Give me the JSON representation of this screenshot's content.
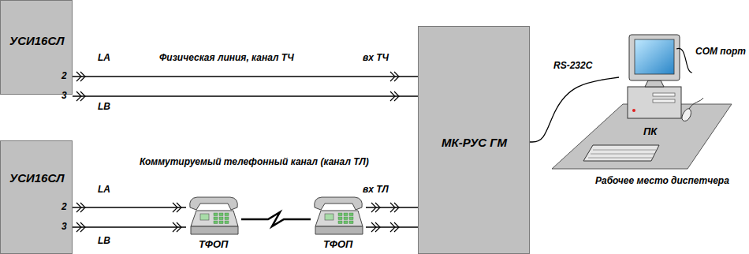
{
  "diagram": {
    "nodes": [
      {
        "text": [
          "УСИ16СЛ"
        ]
      },
      {
        "text": [
          "УСИ16СЛ"
        ]
      },
      {
        "text": [
          "ТФОП"
        ]
      },
      {
        "text": [
          "ТФОП"
        ]
      },
      {
        "text": [
          "МК-РУС ГМ"
        ]
      },
      {
        "text": [
          "ПК"
        ]
      }
    ],
    "edges": [
      {
        "from": 0,
        "to": 4,
        "label": "Физическая линия, канал ТЧ",
        "arrow": "none"
      },
      {
        "from": 0,
        "to": 4,
        "arrow": "none"
      },
      {
        "from": 1,
        "to": 2,
        "arrow": "none"
      },
      {
        "from": 1,
        "to": 2,
        "arrow": "none"
      },
      {
        "from": 2,
        "to": 3,
        "label": "Коммутируемый телефонный канал (канал ТЛ)",
        "arrow": "none"
      },
      {
        "from": 3,
        "to": 4,
        "arrow": "none"
      },
      {
        "from": 3,
        "to": 4,
        "arrow": "none"
      },
      {
        "from": 4,
        "to": 5,
        "label": "RS-232C",
        "arrow": "none"
      }
    ],
    "labels": [
      "LA",
      "2",
      "3",
      "LB",
      "вх ТЧ",
      "LA",
      "2",
      "3",
      "LB",
      "вх ТЛ",
      "COM порт",
      "Рабочее место диспетчера"
    ]
  }
}
